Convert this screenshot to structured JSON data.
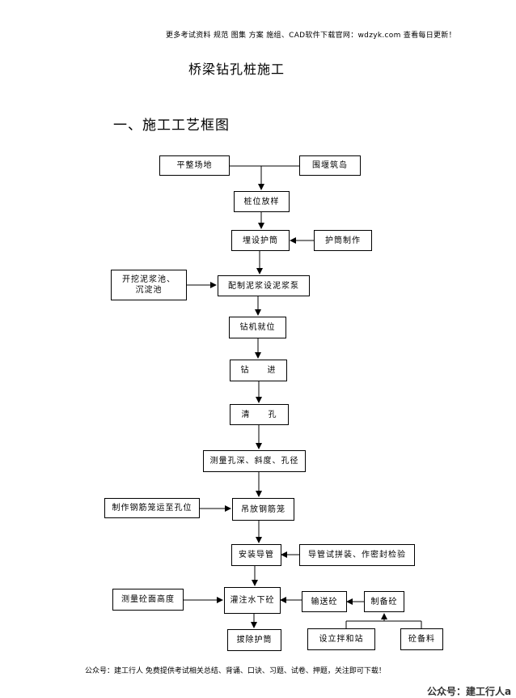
{
  "header_note": "更多考试资料 规范 图集 方案 施组、CAD软件下载官网：wdzyk.com 查看每日更新！",
  "title": "桥梁钻孔桩施工",
  "section_heading": "一、施工工艺框图",
  "flowchart": {
    "site_leveling": "平整场地",
    "cofferdam": "围堰筑岛",
    "pile_layout": "桩位放样",
    "casing_embed": "埋设护筒",
    "casing_make": "护筒制作",
    "mud_pit": "开挖泥浆池、\n沉淀池",
    "mud_prep": "配制泥浆设泥浆泵",
    "rig_position": "钻机就位",
    "drilling": "钻　　进",
    "hole_clean": "清　　孔",
    "hole_measure": "测量孔深、斜度、孔径",
    "cage_make": "制作钢筋笼运至孔位",
    "cage_lower": "吊放钢筋笼",
    "tremie_install": "安装导管",
    "tremie_test": "导管试拼装、作密封检验",
    "concrete_surface": "测量砼面高度",
    "underwater_pour": "灌注水下砼",
    "concrete_transport": "输送砼",
    "concrete_mix": "制备砼",
    "casing_remove": "拔除护筒",
    "mixing_station": "设立拌和站",
    "aggregate": "砼备料"
  },
  "footer_note": "公众号：建工行人 免费提供考试相关总结、背诵、口诀、习题、试卷、押题，关注即可下载！",
  "watermark": "公众号：建工行人a"
}
